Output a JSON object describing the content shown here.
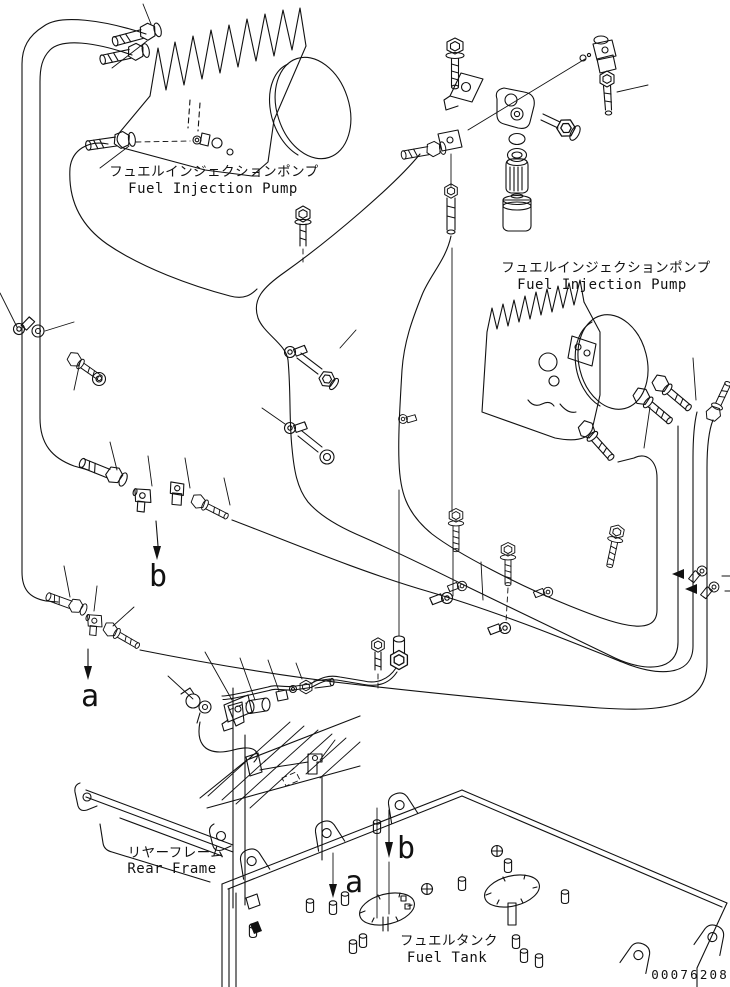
{
  "diagram": {
    "part_number": "00076208",
    "labels": {
      "pump_left_jp": "フュエルインジェクションポンプ",
      "pump_left_en": "Fuel Injection Pump",
      "pump_right_jp": "フュエルインジェクションポンプ",
      "pump_right_en": "Fuel Injection Pump",
      "rear_frame_jp": "リヤーフレーム",
      "rear_frame_en": "Rear Frame",
      "fuel_tank_jp": "フュエルタンク",
      "fuel_tank_en": "Fuel Tank"
    },
    "markers": {
      "a_mid": "a",
      "b_mid": "b",
      "a_tank": "a",
      "b_tank": "b"
    },
    "colors": {
      "line": "#111111",
      "background": "#ffffff"
    }
  }
}
